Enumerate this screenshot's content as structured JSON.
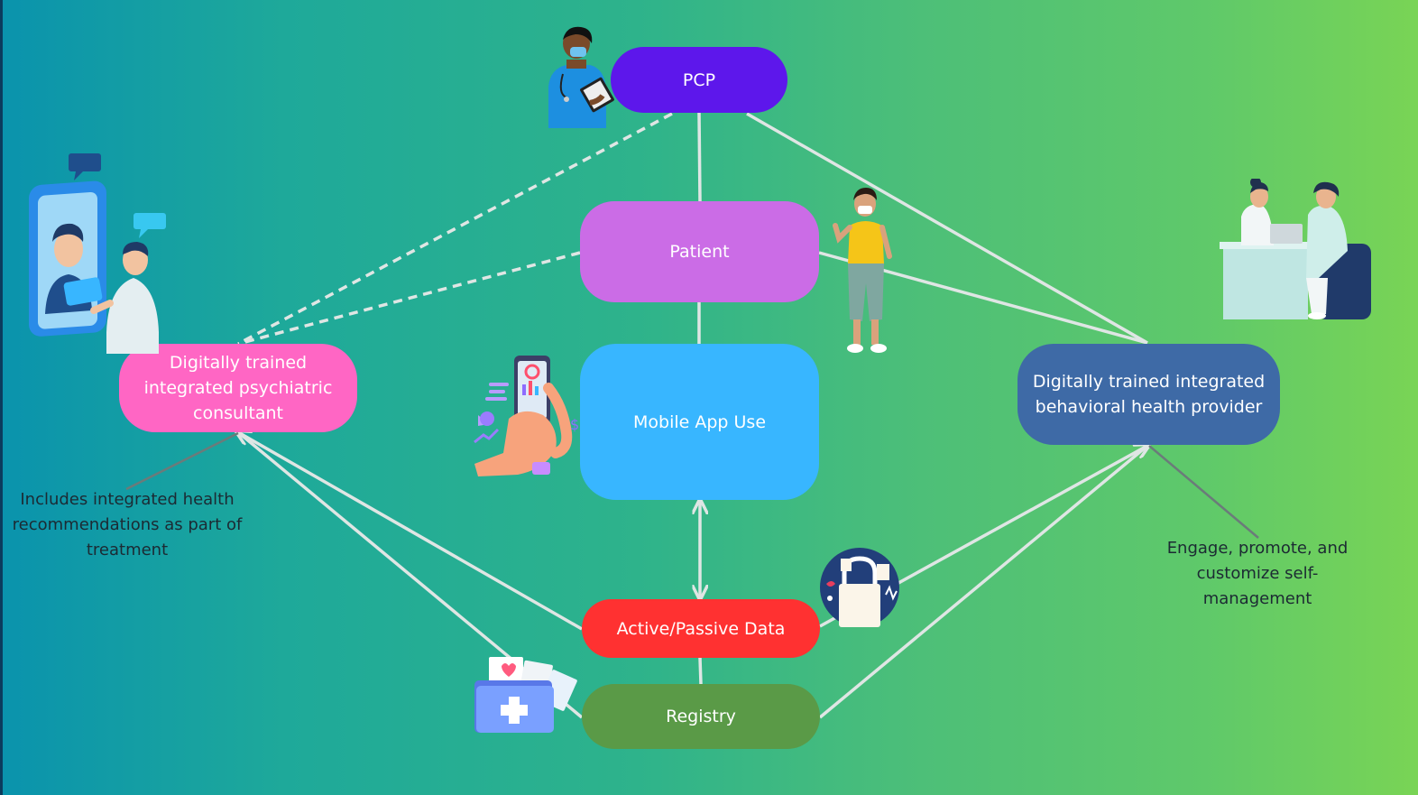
{
  "colors": {
    "pcp": "#5d17eb",
    "patient": "#cb6ce6",
    "mobile": "#38b6ff",
    "data": "#ff3131",
    "registry": "#5a9a47",
    "psych": "#ff66c4",
    "bhp": "#3e6aa6",
    "connector": "#dfe6e4"
  },
  "nodes": {
    "pcp": "PCP",
    "patient": "Patient",
    "mobile": "Mobile App Use",
    "data": "Active/Passive Data",
    "registry": "Registry",
    "psych": "Digitally trained integrated psychiatric consultant",
    "bhp": "Digitally trained integrated behavioral health provider"
  },
  "annotations": {
    "psych": "Includes integrated health recommendations as part of treatment",
    "bhp": "Engage, promote, and customize self-management"
  },
  "illustrations": [
    "nurse-with-clipboard",
    "telehealth-video-call",
    "woman-in-mask",
    "hand-holding-phone",
    "two-people-at-desk",
    "secure-data-lock",
    "medical-folder"
  ]
}
